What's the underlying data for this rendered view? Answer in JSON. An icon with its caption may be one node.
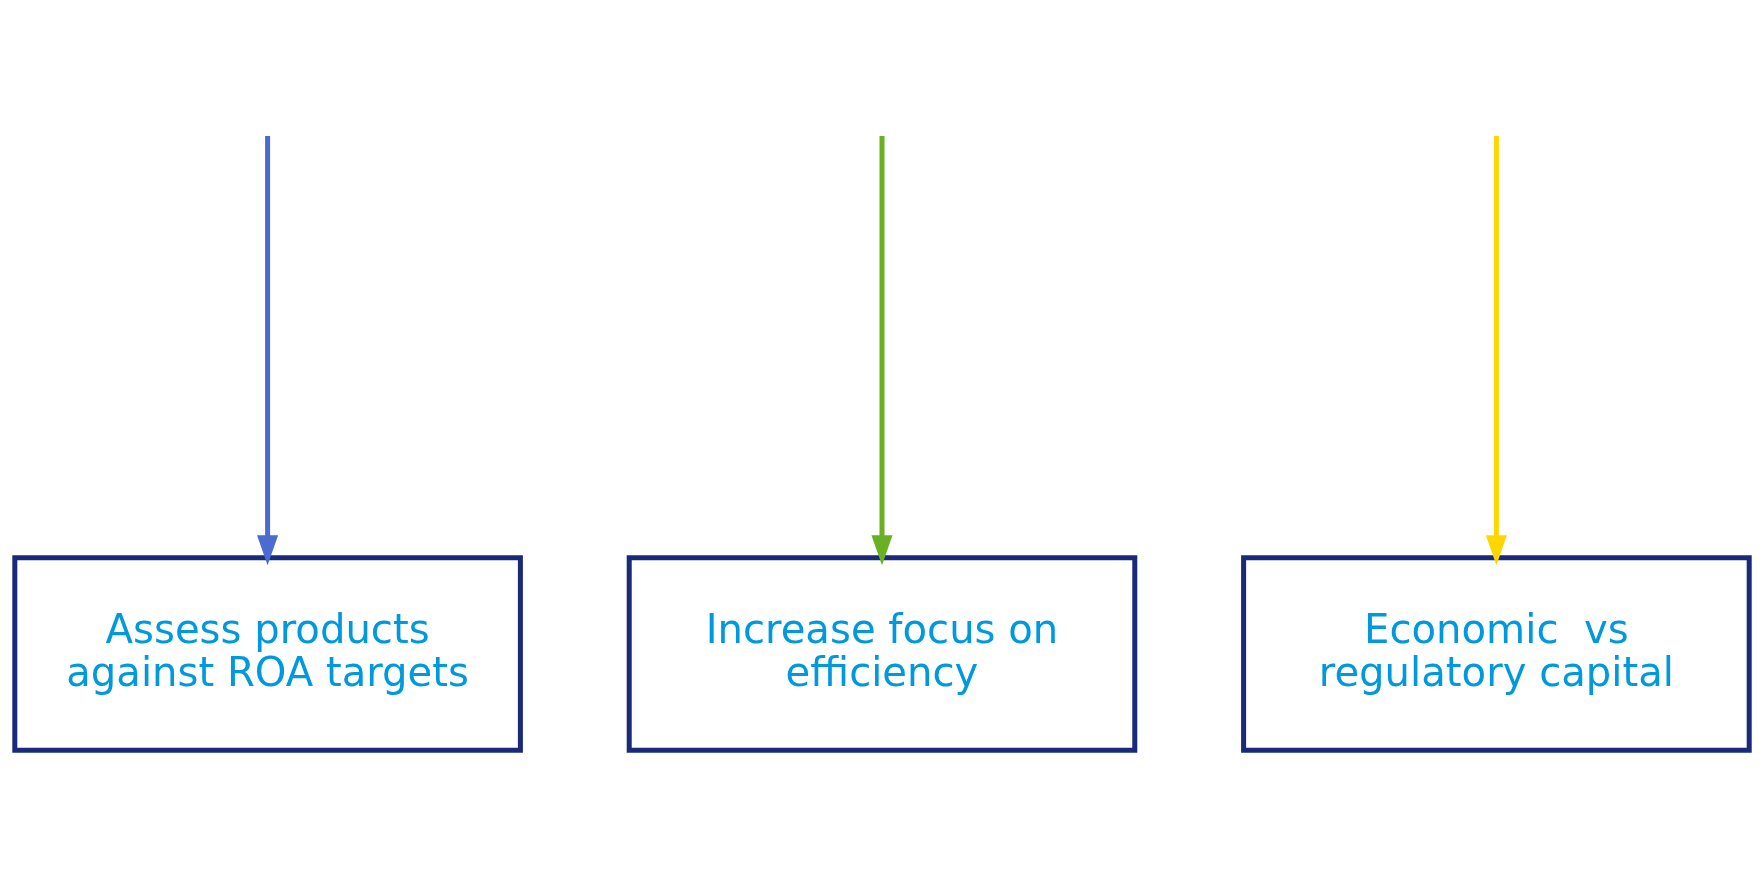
{
  "diagram": {
    "nodes": [
      {
        "text": [
          "Assess products against ROA targets"
        ]
      },
      {
        "text": [
          "Increase focus on efficiency"
        ]
      },
      {
        "text": [
          "Economic  vs regulatory capital"
        ]
      }
    ],
    "edges": [
      {
        "from": null,
        "to": 0,
        "arrow": "to",
        "color": "#4a6bd0"
      },
      {
        "from": null,
        "to": 1,
        "arrow": "to",
        "color": "#6ab023"
      },
      {
        "from": null,
        "to": 2,
        "arrow": "to",
        "color": "#ffd700"
      }
    ]
  }
}
